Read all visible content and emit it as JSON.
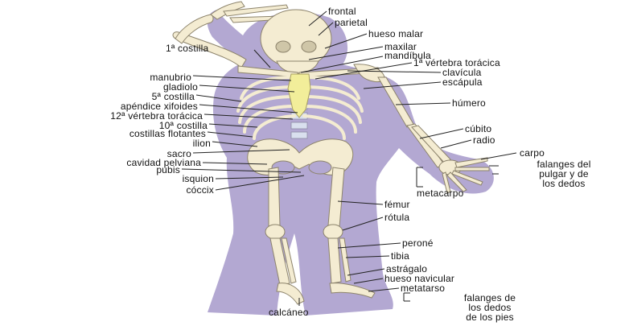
{
  "diagram": {
    "left_labels": {
      "primera_costilla": "1ª costilla",
      "manubrio": "manubrio",
      "gladiolo": "gladiolo",
      "quinta_costilla": "5ª costilla",
      "apendice_xifoides": "apéndice xifoides",
      "vertebra_12": "12ª vértebra torácica",
      "costilla_10": "10ª costilla",
      "costillas_flotantes": "costillas flotantes",
      "ilion": "ilion",
      "sacro": "sacro",
      "cavidad_pelviana": "cavidad pelviana",
      "pubis": "pubis",
      "isquion": "isquion",
      "coccix": "cóccix"
    },
    "right_labels": {
      "frontal": "frontal",
      "parietal": "parietal",
      "hueso_malar": "hueso malar",
      "maxilar": "maxilar",
      "mandibula": "mandíbula",
      "vertebra_1": "1ª vértebra torácica",
      "clavicula": "clavícula",
      "escapula": "escápula",
      "humero": "húmero",
      "cubito": "cúbito",
      "radio": "radio",
      "carpo": "carpo",
      "falanges_mano": "falanges del\npulgar y de\nlos dedos",
      "metacarpo": "metacarpo",
      "femur": "fémur",
      "rotula": "rótula",
      "perone": "peroné",
      "tibia": "tibia",
      "astragalo": "astrágalo",
      "hueso_navicular": "hueso navicular",
      "metatarso": "metatarso",
      "falanges_pie": "falanges de\nlos dedos\nde los pies",
      "calcaneo": "calcáneo"
    },
    "colors": {
      "silhouette": "#b3a8d2",
      "bone": "#f4ecd2",
      "bone_edge": "#8d846c",
      "cartilage": "#f2ee9a",
      "vertebra": "#d9dfee",
      "leader": "#222222"
    }
  }
}
